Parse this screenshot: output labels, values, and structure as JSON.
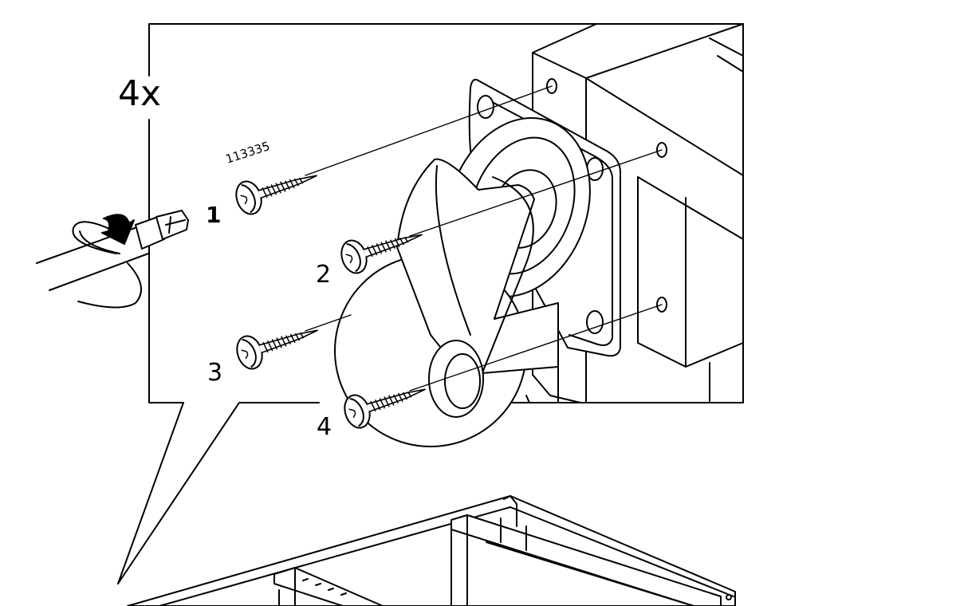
{
  "quantity_label": "4x",
  "part_number": "113335",
  "screw_labels": [
    "1",
    "2",
    "3",
    "4"
  ],
  "icons": {
    "screwdriver": "screwdriver-icon",
    "rotation": "clockwise-arrow-icon",
    "screw": "screw-icon",
    "caster": "caster-wheel-icon",
    "frame": "frame-icon"
  },
  "colors": {
    "ink": "#000000",
    "paper": "#ffffff"
  }
}
